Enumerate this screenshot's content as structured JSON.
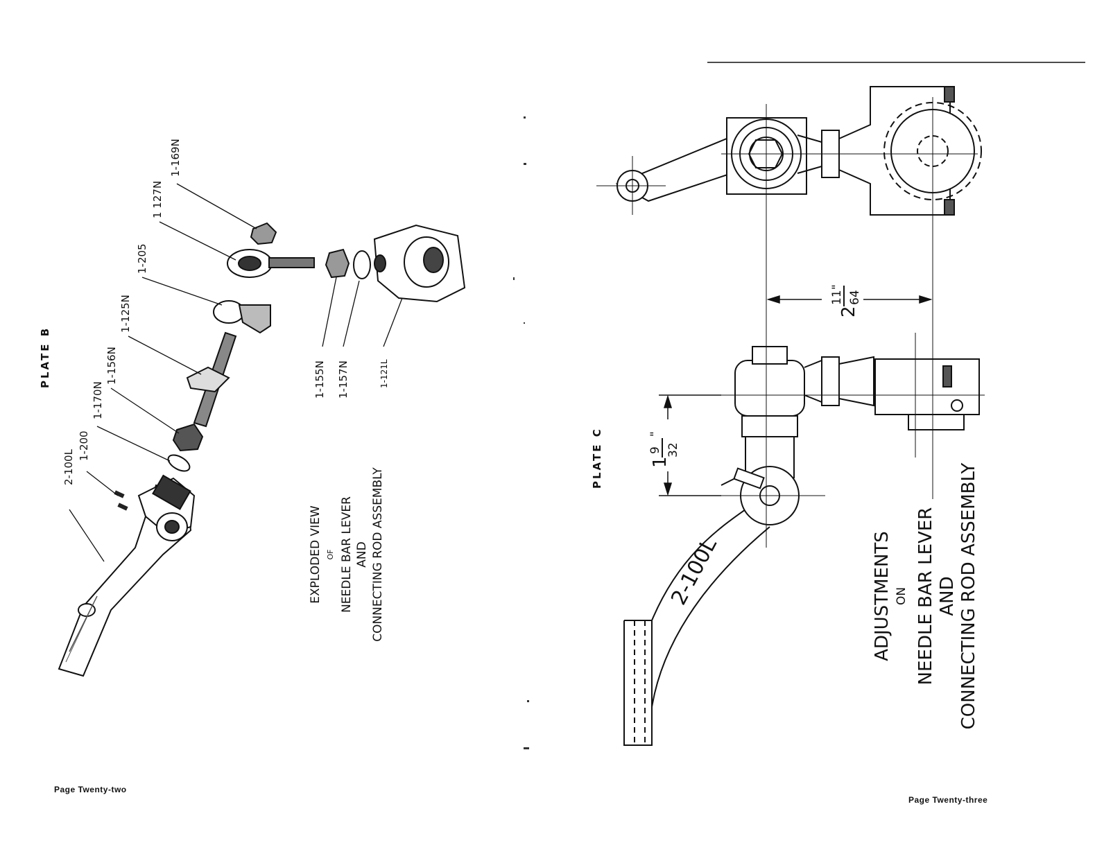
{
  "left_page": {
    "plate_title": "PLATE  B",
    "part_labels": [
      "2-100L",
      "1-200",
      "1-170N",
      "1-156N",
      "1-125N",
      "1-205",
      "1 127N",
      "1-169N",
      "1-155N",
      "1-157N",
      "1-121L"
    ],
    "caption": {
      "line1": "EXPLODED VIEW",
      "line2": "OF",
      "line3": "NEEDLE BAR LEVER",
      "line4": "AND",
      "line5": "CONNECTING ROD ASSEMBLY"
    },
    "page_number": "Page Twenty-two"
  },
  "right_page": {
    "plate_title": "PLATE  C",
    "dim_short": {
      "whole": "1",
      "num": "9",
      "den": "32",
      "inch": "\""
    },
    "dim_long": {
      "whole": "2",
      "num": "11",
      "den": "64",
      "inch": "\""
    },
    "lever_mark": "2-100L",
    "caption": {
      "line1": "ADJUSTMENTS",
      "line2": "ON",
      "line3": "NEEDLE BAR LEVER",
      "line4": "AND",
      "line5": "CONNECTING ROD ASSEMBLY"
    },
    "page_number": "Page Twenty-three"
  }
}
